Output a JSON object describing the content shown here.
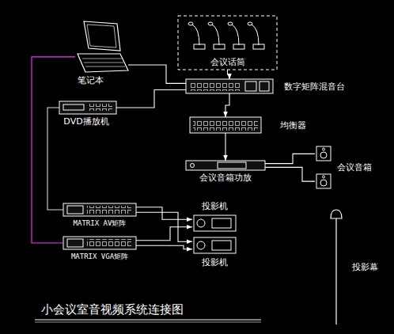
{
  "diagram": {
    "title": "小会议室音视频系统连接图",
    "nodes": [
      {
        "text": [
          "笔记本"
        ]
      },
      {
        "text": [
          "会议话筒"
        ]
      },
      {
        "text": [
          "数字矩阵混音台"
        ]
      },
      {
        "text": [
          "DVD播放机"
        ]
      },
      {
        "text": [
          "均衡器"
        ]
      },
      {
        "text": [
          "会议音箱功放"
        ]
      },
      {
        "text": [
          "会议音箱"
        ]
      },
      {
        "text": [
          "MATRIX AV矩阵"
        ]
      },
      {
        "text": [
          "MATRIX VGA矩阵"
        ]
      },
      {
        "text": [
          "投影机"
        ]
      },
      {
        "text": [
          "投影机"
        ]
      },
      {
        "text": [
          "投影幕"
        ]
      }
    ],
    "edges": [
      {
        "from": 0,
        "to": 2,
        "arrow": "none"
      },
      {
        "from": 1,
        "to": 2,
        "arrow": "to"
      },
      {
        "from": 3,
        "to": 2,
        "arrow": "none"
      },
      {
        "from": 2,
        "to": 4,
        "arrow": "to"
      },
      {
        "from": 4,
        "to": 5,
        "arrow": "to"
      },
      {
        "from": 5,
        "to": 6,
        "arrow": "none"
      },
      {
        "from": 5,
        "to": 6,
        "arrow": "none"
      },
      {
        "from": 0,
        "to": 8,
        "arrow": "none"
      },
      {
        "from": 3,
        "to": 7,
        "arrow": "none"
      },
      {
        "from": 7,
        "to": 9,
        "arrow": "to"
      },
      {
        "from": 7,
        "to": 10,
        "arrow": "to"
      },
      {
        "from": 8,
        "to": 9,
        "arrow": "to"
      },
      {
        "from": 8,
        "to": 10,
        "arrow": "to"
      }
    ]
  }
}
